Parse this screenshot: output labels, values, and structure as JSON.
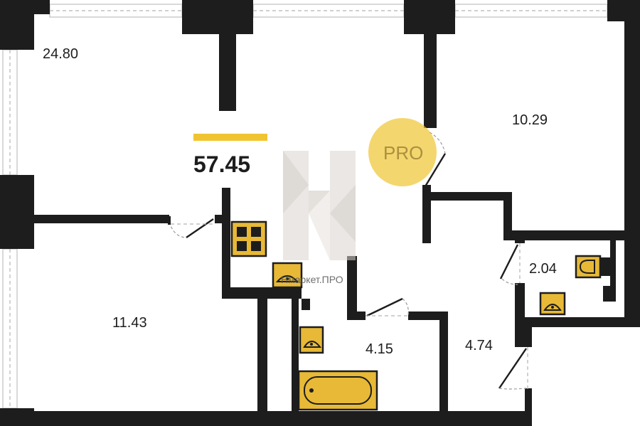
{
  "plan": {
    "total_area": "57.45",
    "accent_color": "#f0c431",
    "wall_color": "#1d1d1d",
    "fixture_color": "#e7b937",
    "rooms": [
      {
        "id": "living",
        "area": "24.80"
      },
      {
        "id": "bedroom-right",
        "area": "10.29"
      },
      {
        "id": "bedroom-left",
        "area": "11.43"
      },
      {
        "id": "bathroom",
        "area": "4.15"
      },
      {
        "id": "hallway",
        "area": "4.74"
      },
      {
        "id": "toilet",
        "area": "2.04"
      }
    ],
    "watermark": {
      "badge_text": "PRO",
      "caption": "Нмаркет.ПРО"
    }
  }
}
